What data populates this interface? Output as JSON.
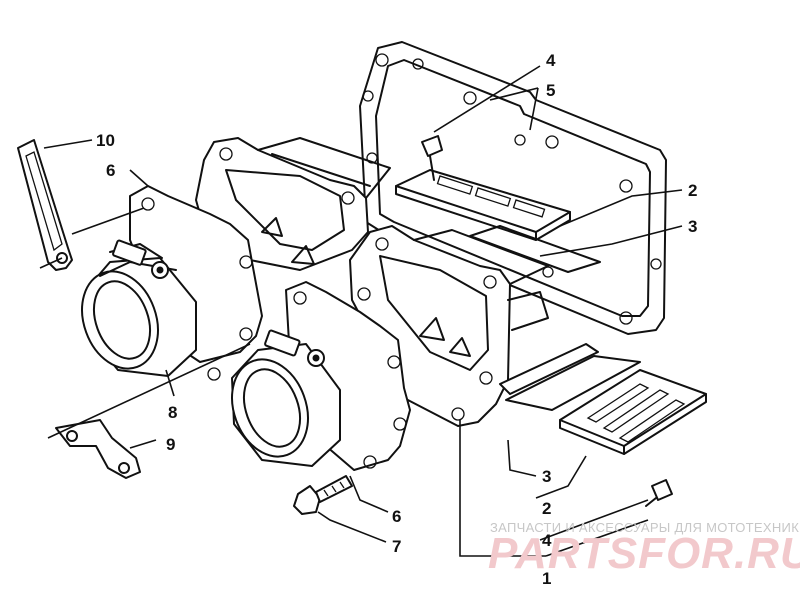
{
  "diagram": {
    "callouts": {
      "c10": "10",
      "c6_top": "6",
      "c4_top": "4",
      "c5": "5",
      "c2_right": "2",
      "c3_right": "3",
      "c8": "8",
      "c9": "9",
      "c3_bottom": "3",
      "c2_bottom": "2",
      "c6_bottom": "6",
      "c4_bottom": "4",
      "c7": "7",
      "c1": "1"
    }
  },
  "watermark": {
    "caption": "ЗАПЧАСТИ И АКСЕССУАРЫ ДЛЯ МОТОТЕХНИКИ",
    "logo": "PARTSFOR.RU"
  }
}
